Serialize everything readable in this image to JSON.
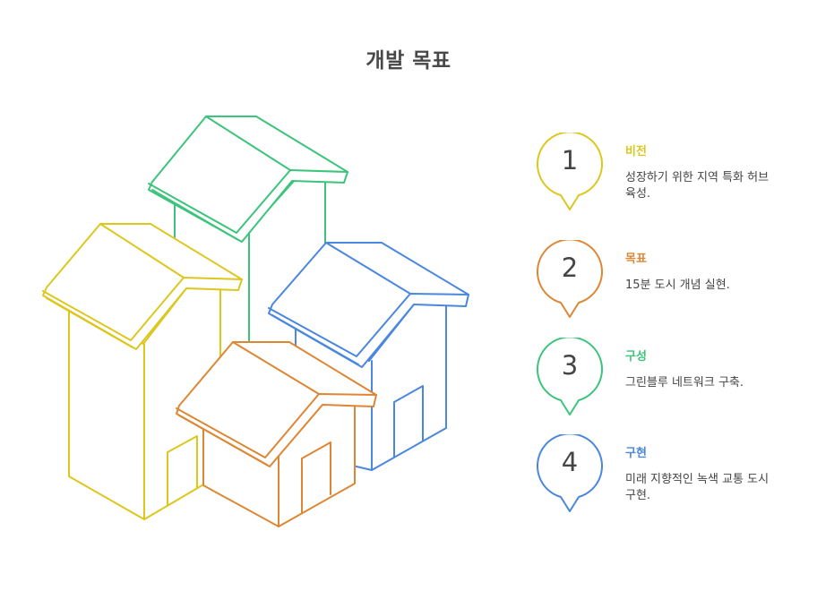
{
  "title": "개발 목표",
  "colors": {
    "yellow": "#dcc71e",
    "orange": "#dd8735",
    "green": "#3cc47c",
    "blue": "#4a87de",
    "text": "#444444",
    "title": "#484848"
  },
  "items": [
    {
      "number": "1",
      "title": "비전",
      "description": "성장하기 위한 지역 특화 허브 육성.",
      "color": "#dcc71e"
    },
    {
      "number": "2",
      "title": "목표",
      "description": "15분 도시 개념 실현.",
      "color": "#dd8735"
    },
    {
      "number": "3",
      "title": "구성",
      "description": "그린블루 네트워크 구축.",
      "color": "#3cc47c"
    },
    {
      "number": "4",
      "title": "구현",
      "description": "미래 지향적인 녹색 교통 도시 구현.",
      "color": "#4a87de"
    }
  ],
  "illustration": {
    "houses": [
      {
        "name": "green-house",
        "color": "#3cc47c"
      },
      {
        "name": "yellow-house",
        "color": "#dcc71e"
      },
      {
        "name": "blue-house",
        "color": "#4a87de"
      },
      {
        "name": "orange-house",
        "color": "#dd8735"
      }
    ]
  }
}
